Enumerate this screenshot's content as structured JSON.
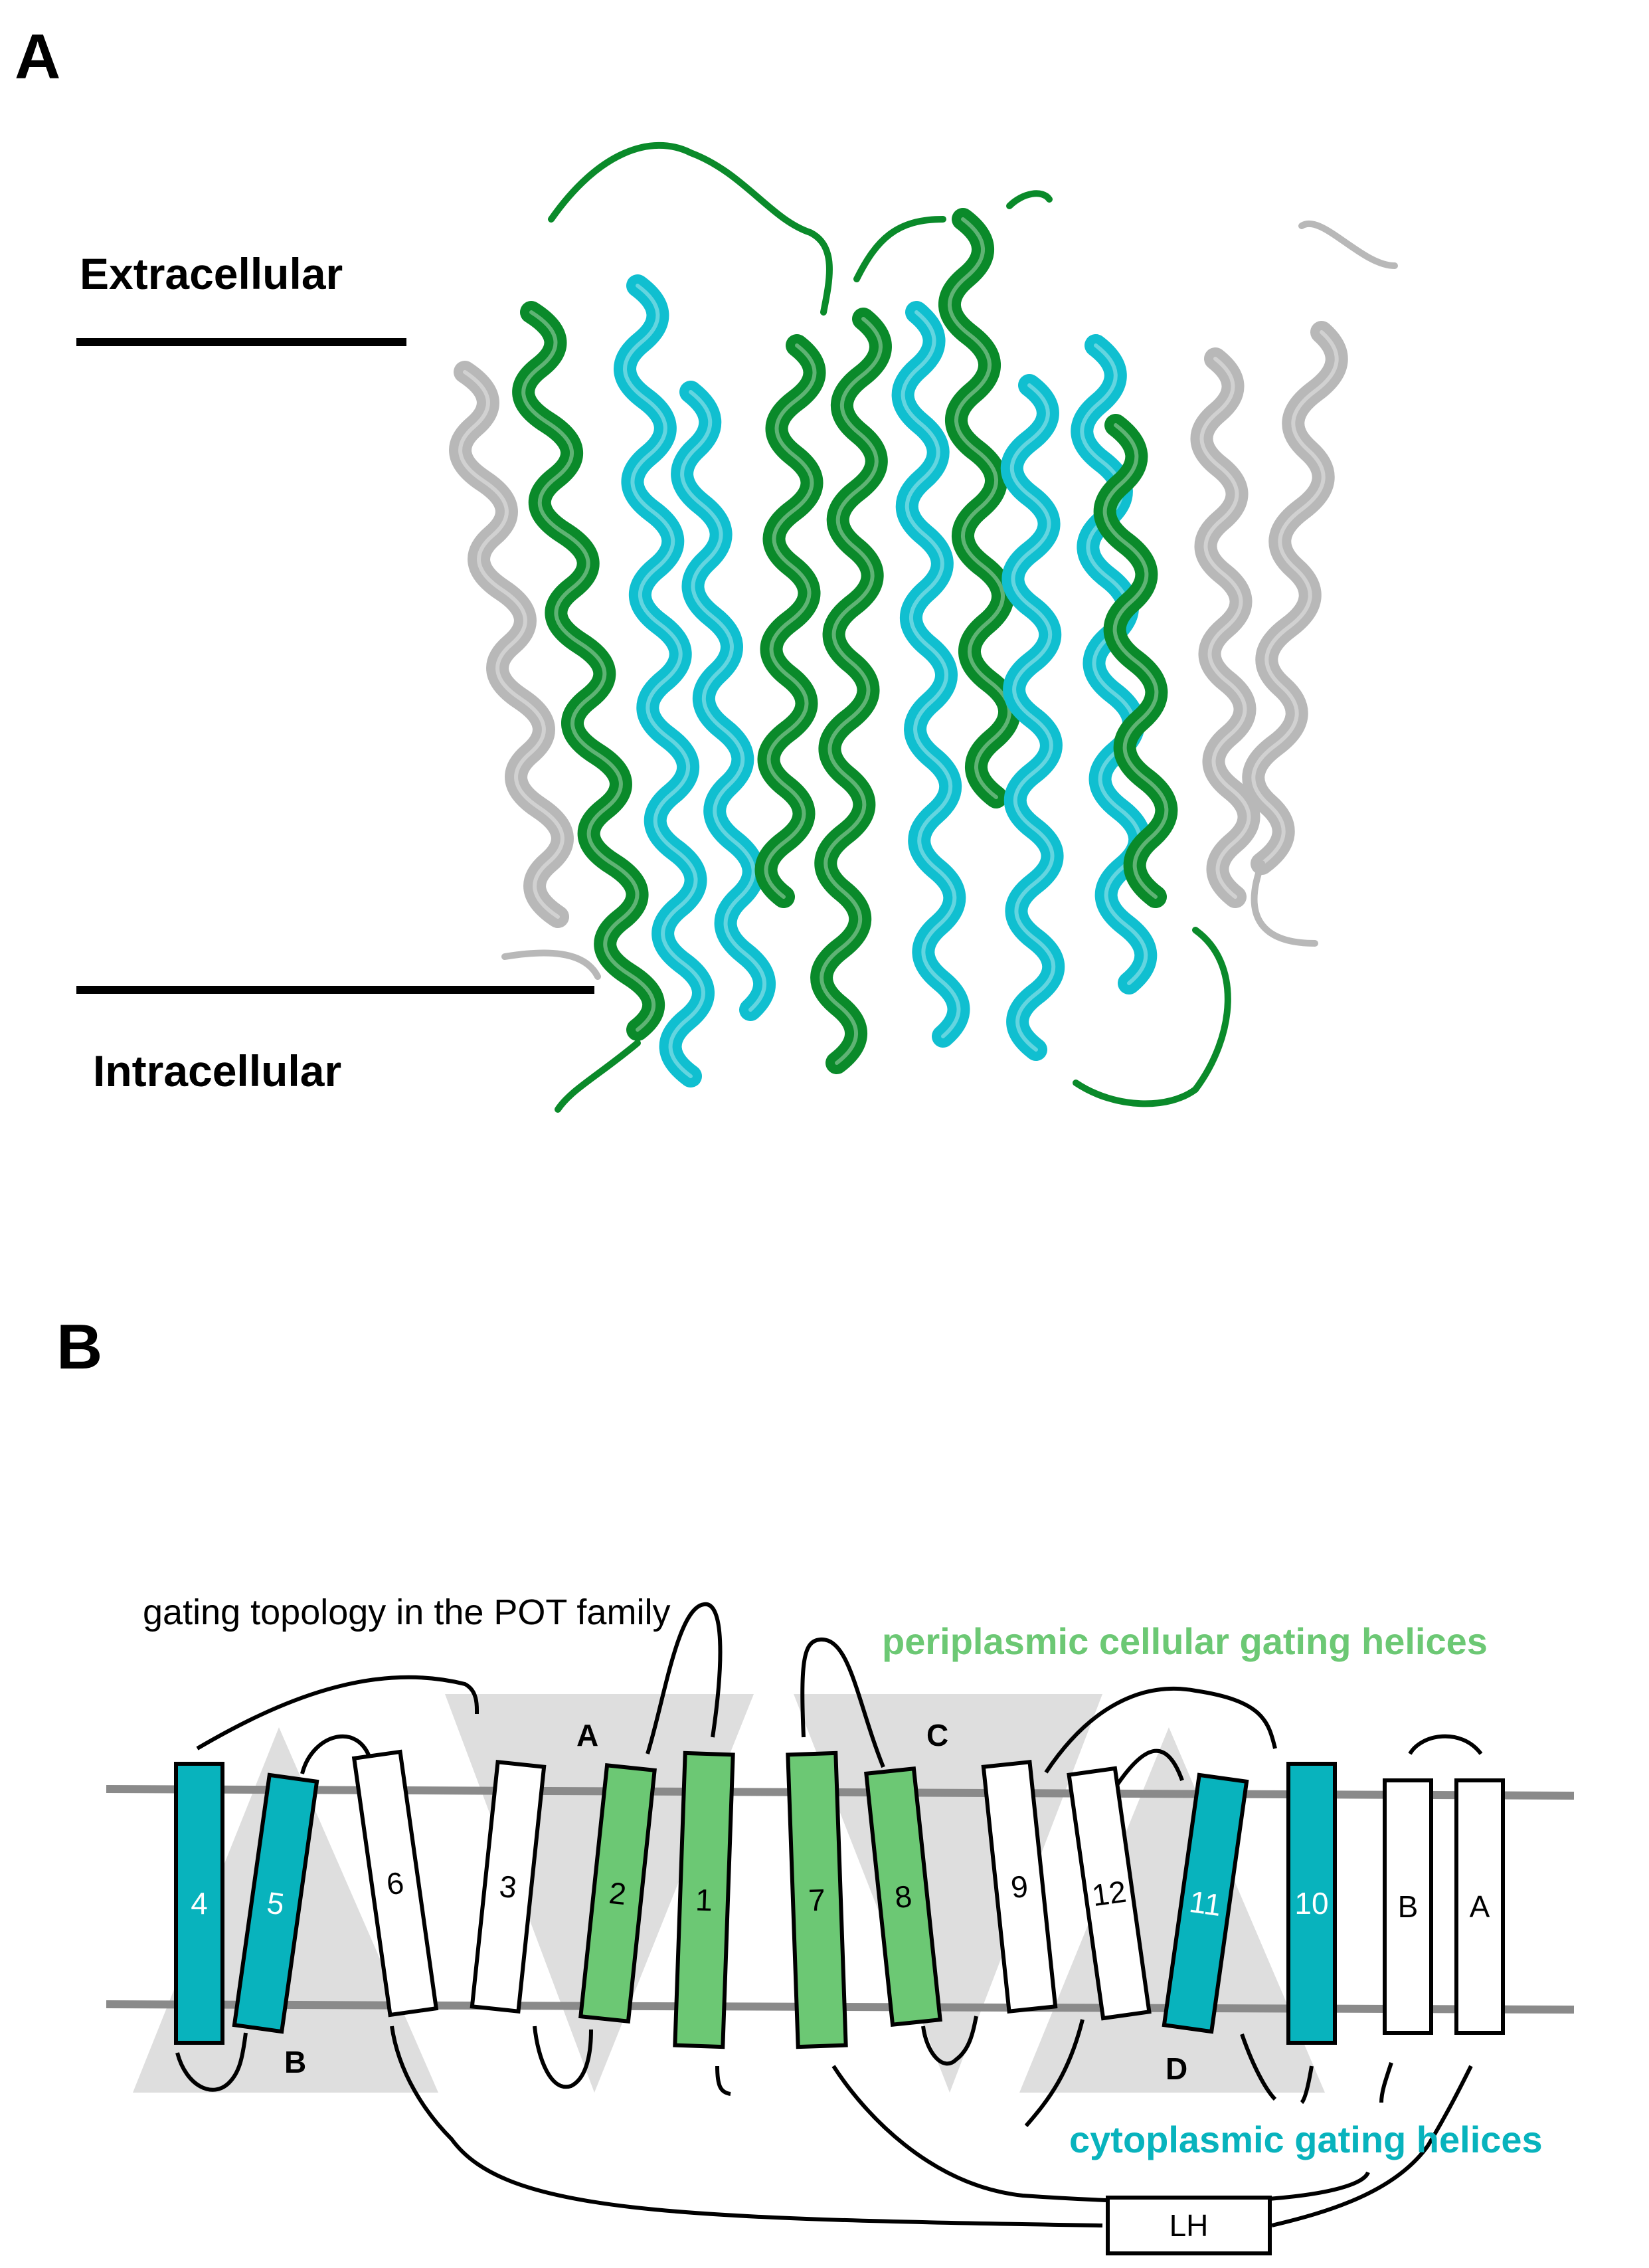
{
  "panel_a": {
    "letter": "A",
    "extracellular_label": "Extracellular",
    "intracellular_label": "Intracellular",
    "colors": {
      "n_bundle": "#0a8a2a",
      "c_bundle": "#10bfd0",
      "extra_helices": "#b8b8b8",
      "membrane_line": "#000000"
    }
  },
  "panel_b": {
    "letter": "B",
    "title": "gating topology in the POT family",
    "periplasmic_label": "periplasmic cellular gating helices",
    "cytoplasmic_label": "cytoplasmic gating helices",
    "linker_label": "LH",
    "group_labels": [
      "A",
      "B",
      "C",
      "D"
    ],
    "helices": [
      {
        "label": "4",
        "color": "teal"
      },
      {
        "label": "5",
        "color": "teal"
      },
      {
        "label": "6",
        "color": "white"
      },
      {
        "label": "3",
        "color": "white"
      },
      {
        "label": "2",
        "color": "green"
      },
      {
        "label": "1",
        "color": "green"
      },
      {
        "label": "7",
        "color": "green"
      },
      {
        "label": "8",
        "color": "green"
      },
      {
        "label": "9",
        "color": "white"
      },
      {
        "label": "12",
        "color": "white"
      },
      {
        "label": "11",
        "color": "teal"
      },
      {
        "label": "10",
        "color": "teal"
      },
      {
        "label": "B",
        "color": "white"
      },
      {
        "label": "A",
        "color": "white"
      }
    ],
    "colors": {
      "teal": "#08b3bd",
      "green": "#6cc874",
      "white": "#ffffff",
      "shade": "#dedede",
      "membrane": "#8a8a8a",
      "periplasmic_text": "#6cc874",
      "cytoplasmic_text": "#08b3bd"
    }
  }
}
